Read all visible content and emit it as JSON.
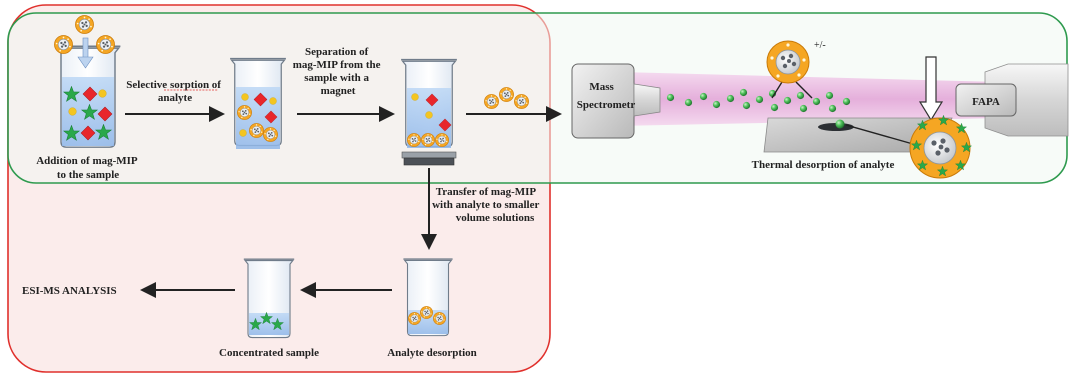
{
  "labels": {
    "addition": [
      "Addition of mag-MIP",
      "to the sample"
    ],
    "selective": [
      "Selective sorption of",
      "analyte"
    ],
    "separation": [
      "Separation of",
      "mag-MIP from the",
      "sample with a",
      "magnet"
    ],
    "transfer": [
      "Transfer of mag-MIP",
      "with analyte to smaller",
      "volume solutions"
    ],
    "esi": "ESI-MS ANALYSIS",
    "concentrated": "Concentrated sample",
    "desorption": "Analyte desorption",
    "mass_spec": [
      "Mass",
      "Spectrometr"
    ],
    "fapa": "FAPA",
    "thermal": "Thermal desorption of analyte",
    "charge": "+/-"
  },
  "colors": {
    "red_border": "#e0302c",
    "green_border": "#2e9a4e",
    "pink_fill": "#fbeceb",
    "green_fill": "#f1f8f3",
    "particle_orange": "#f5a623",
    "analyte_green": "#2aa84a",
    "marker_red": "#e8262b",
    "marker_yellow": "#f3c521",
    "water_blue": "#9fc3ef",
    "beam_pink": "#e9b5df"
  },
  "icons": [
    "beaker",
    "magnet",
    "mag-mip-particle",
    "mass-spectrometer",
    "fapa-source",
    "sample-plate"
  ]
}
